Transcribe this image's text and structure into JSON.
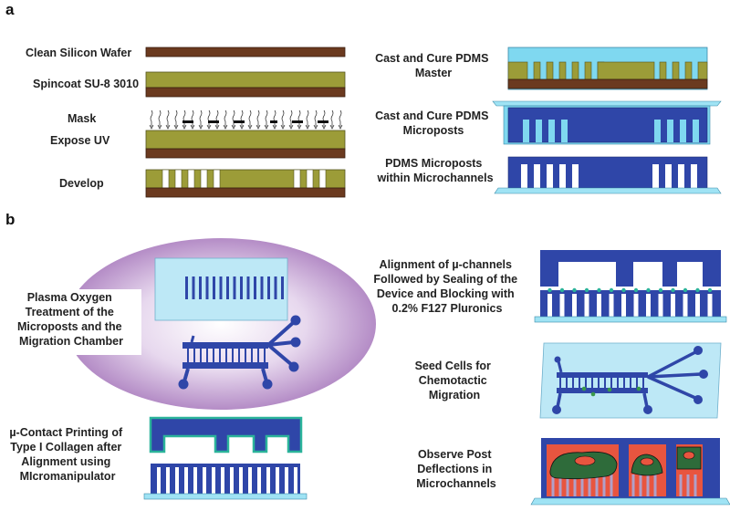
{
  "panels": {
    "a": "a",
    "b": "b"
  },
  "steps_a": {
    "clean_wafer": "Clean Silicon Wafer",
    "spincoat": "Spincoat SU-8 3010",
    "mask": "Mask",
    "expose": "Expose UV",
    "develop": "Develop",
    "cast_master": [
      "Cast and Cure PDMS",
      "Master"
    ],
    "cast_posts": [
      "Cast and Cure PDMS",
      "Microposts"
    ],
    "posts_in_channels": [
      "PDMS Microposts",
      "within Microchannels"
    ]
  },
  "steps_b": {
    "plasma": [
      "Plasma Oxygen",
      "Treatment of the",
      "Microposts and the",
      "Migration Chamber"
    ],
    "contact_print": [
      "µ-Contact Printing of",
      "Type I Collagen after",
      "Alignment using",
      "MIcromanipulator"
    ],
    "alignment": [
      "Alignment of µ-channels",
      "Followed by Sealing of the",
      "Device and Blocking with",
      "0.2% F127 Pluronics"
    ],
    "seed": [
      "Seed Cells for",
      "Chemotactic",
      "Migration"
    ],
    "observe": [
      "Observe Post",
      "Deflections in",
      "Microchannels"
    ]
  },
  "colors": {
    "wafer": "#6b3a1f",
    "su8": "#9c9c38",
    "pdms_light": "#7fd8f0",
    "pdms_dark": "#2f46a8",
    "collagen": "#2bb39a",
    "glow": "#b993c9",
    "cell": "#2e6b3a",
    "cell_bg": "#e8553f"
  }
}
